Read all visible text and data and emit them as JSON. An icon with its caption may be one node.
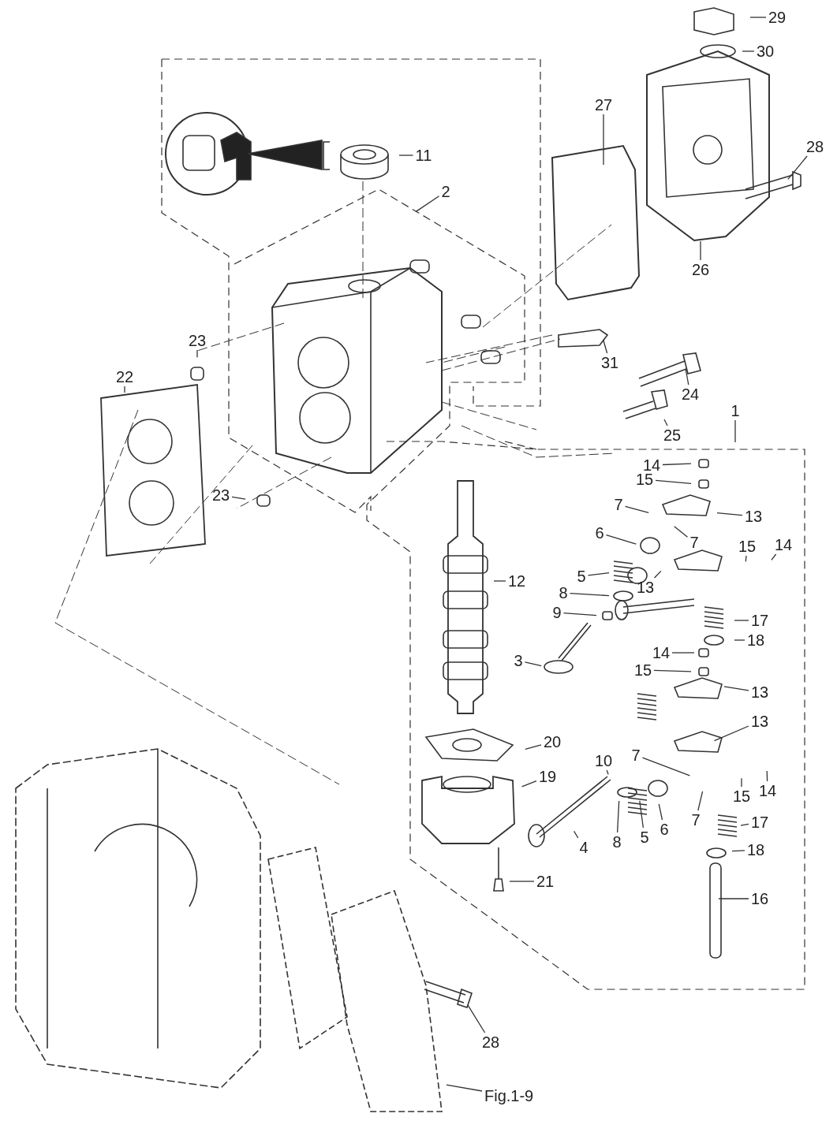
{
  "diagram": {
    "nodes": [
      {
        "text": [
          "29"
        ]
      },
      {
        "text": [
          "30"
        ]
      },
      {
        "text": [
          "27"
        ]
      },
      {
        "text": [
          "28"
        ]
      },
      {
        "text": [
          "11"
        ]
      },
      {
        "text": [
          "2"
        ]
      },
      {
        "text": [
          "26"
        ]
      },
      {
        "text": [
          "23"
        ]
      },
      {
        "text": [
          "31"
        ]
      },
      {
        "text": [
          "22"
        ]
      },
      {
        "text": [
          "24"
        ]
      },
      {
        "text": [
          "1"
        ]
      },
      {
        "text": [
          "25"
        ]
      },
      {
        "text": [
          "14"
        ]
      },
      {
        "text": [
          "15"
        ]
      },
      {
        "text": [
          "7"
        ]
      },
      {
        "text": [
          "13"
        ]
      },
      {
        "text": [
          "23"
        ]
      },
      {
        "text": [
          "6"
        ]
      },
      {
        "text": [
          "7"
        ]
      },
      {
        "text": [
          "15"
        ]
      },
      {
        "text": [
          "14"
        ]
      },
      {
        "text": [
          "5"
        ]
      },
      {
        "text": [
          "13"
        ]
      },
      {
        "text": [
          "12"
        ]
      },
      {
        "text": [
          "8"
        ]
      },
      {
        "text": [
          "9"
        ]
      },
      {
        "text": [
          "17"
        ]
      },
      {
        "text": [
          "18"
        ]
      },
      {
        "text": [
          "14"
        ]
      },
      {
        "text": [
          "3"
        ]
      },
      {
        "text": [
          "15"
        ]
      },
      {
        "text": [
          "13"
        ]
      },
      {
        "text": [
          "13"
        ]
      },
      {
        "text": [
          "20"
        ]
      },
      {
        "text": [
          "10"
        ]
      },
      {
        "text": [
          "7"
        ]
      },
      {
        "text": [
          "19"
        ]
      },
      {
        "text": [
          "14"
        ]
      },
      {
        "text": [
          "15"
        ]
      },
      {
        "text": [
          "7"
        ]
      },
      {
        "text": [
          "4"
        ]
      },
      {
        "text": [
          "8"
        ]
      },
      {
        "text": [
          "5"
        ]
      },
      {
        "text": [
          "6"
        ]
      },
      {
        "text": [
          "17"
        ]
      },
      {
        "text": [
          "18"
        ]
      },
      {
        "text": [
          "21"
        ]
      },
      {
        "text": [
          "16"
        ]
      },
      {
        "text": [
          "28"
        ]
      },
      {
        "text": [
          "Fig.1-9"
        ]
      }
    ],
    "edges": [
      {
        "from": 0,
        "to": null,
        "arrow": "none"
      },
      {
        "from": 1,
        "to": null,
        "arrow": "none"
      },
      {
        "from": 2,
        "to": null,
        "arrow": "none"
      },
      {
        "from": 3,
        "to": null,
        "arrow": "none"
      },
      {
        "from": 4,
        "to": null,
        "arrow": "none"
      },
      {
        "from": 5,
        "to": null,
        "arrow": "none"
      },
      {
        "from": 6,
        "to": null,
        "arrow": "none"
      },
      {
        "from": 7,
        "to": null,
        "arrow": "none"
      },
      {
        "from": 8,
        "to": null,
        "arrow": "none"
      },
      {
        "from": 9,
        "to": null,
        "arrow": "none"
      },
      {
        "from": 10,
        "to": null,
        "arrow": "none"
      },
      {
        "from": 11,
        "to": null,
        "arrow": "none"
      },
      {
        "from": 12,
        "to": null,
        "arrow": "none"
      },
      {
        "from": 13,
        "to": null,
        "arrow": "none"
      },
      {
        "from": 14,
        "to": null,
        "arrow": "none"
      },
      {
        "from": 15,
        "to": null,
        "arrow": "none"
      },
      {
        "from": 16,
        "to": null,
        "arrow": "none"
      },
      {
        "from": 17,
        "to": null,
        "arrow": "none"
      },
      {
        "from": 18,
        "to": null,
        "arrow": "none"
      },
      {
        "from": 19,
        "to": null,
        "arrow": "none"
      },
      {
        "from": 20,
        "to": null,
        "arrow": "none"
      },
      {
        "from": 21,
        "to": null,
        "arrow": "none"
      },
      {
        "from": 22,
        "to": null,
        "arrow": "none"
      },
      {
        "from": 23,
        "to": null,
        "arrow": "none"
      },
      {
        "from": 24,
        "to": null,
        "arrow": "none"
      },
      {
        "from": 25,
        "to": null,
        "arrow": "none"
      },
      {
        "from": 26,
        "to": null,
        "arrow": "none"
      },
      {
        "from": 27,
        "to": null,
        "arrow": "none"
      },
      {
        "from": 28,
        "to": null,
        "arrow": "none"
      },
      {
        "from": 29,
        "to": null,
        "arrow": "none"
      },
      {
        "from": 30,
        "to": null,
        "arrow": "none"
      },
      {
        "from": 31,
        "to": null,
        "arrow": "none"
      },
      {
        "from": 32,
        "to": null,
        "arrow": "none"
      },
      {
        "from": 33,
        "to": null,
        "arrow": "none"
      },
      {
        "from": 34,
        "to": null,
        "arrow": "none"
      },
      {
        "from": 35,
        "to": null,
        "arrow": "none"
      },
      {
        "from": 36,
        "to": null,
        "arrow": "none"
      },
      {
        "from": 37,
        "to": null,
        "arrow": "none"
      },
      {
        "from": 38,
        "to": null,
        "arrow": "none"
      },
      {
        "from": 39,
        "to": null,
        "arrow": "none"
      },
      {
        "from": 40,
        "to": null,
        "arrow": "none"
      },
      {
        "from": 41,
        "to": null,
        "arrow": "none"
      },
      {
        "from": 42,
        "to": null,
        "arrow": "none"
      },
      {
        "from": 43,
        "to": null,
        "arrow": "none"
      },
      {
        "from": 44,
        "to": null,
        "arrow": "none"
      },
      {
        "from": 45,
        "to": null,
        "arrow": "none"
      },
      {
        "from": 46,
        "to": null,
        "arrow": "none"
      },
      {
        "from": 47,
        "to": null,
        "arrow": "none"
      },
      {
        "from": 48,
        "to": null,
        "arrow": "none"
      },
      {
        "from": 49,
        "to": null,
        "arrow": "none"
      },
      {
        "from": 50,
        "to": null,
        "arrow": "none"
      }
    ]
  }
}
